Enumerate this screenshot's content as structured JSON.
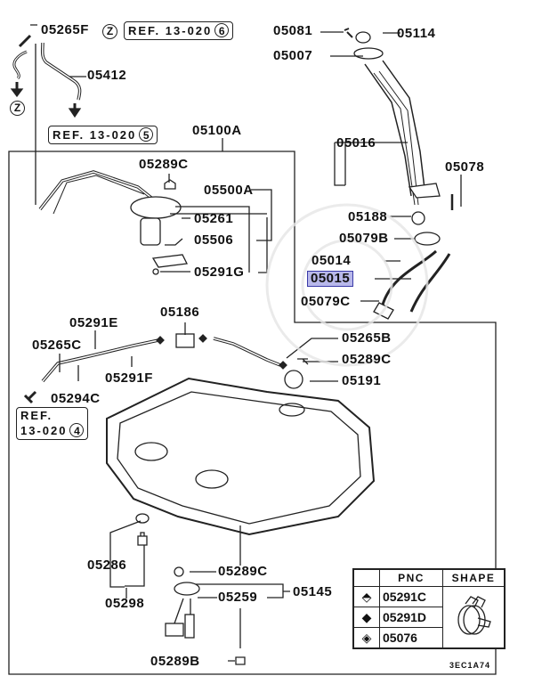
{
  "diagram": {
    "title": "Fuel tank & fuel line parts diagram",
    "image_code": "3EC1A74",
    "highlight_color": "#b8b8ea",
    "refs": [
      {
        "id": "ref-6",
        "text": "REF. 13-020",
        "num": "6"
      },
      {
        "id": "ref-5",
        "text": "REF. 13-020",
        "num": "5"
      },
      {
        "id": "ref-4",
        "line1": "REF.",
        "text": "13-020",
        "num": "4"
      }
    ],
    "z_marker": "Z",
    "labels": {
      "p05265F": "05265F",
      "p05412": "05412",
      "p05100A": "05100A",
      "p05289C_a": "05289C",
      "p05500A": "05500A",
      "p05261": "05261",
      "p05506": "05506",
      "p05291G": "05291G",
      "p05081": "05081",
      "p05114": "05114",
      "p05007": "05007",
      "p05016": "05016",
      "p05078": "05078",
      "p05188": "05188",
      "p05079B": "05079B",
      "p05014": "05014",
      "p05015": "05015",
      "p05079C": "05079C",
      "p05291E": "05291E",
      "p05186": "05186",
      "p05265C": "05265C",
      "p05265B": "05265B",
      "p05289C_b": "05289C",
      "p05291F": "05291F",
      "p05294C": "05294C",
      "p05191": "05191",
      "p05286": "05286",
      "p05298": "05298",
      "p05289C_c": "05289C",
      "p05259": "05259",
      "p05145": "05145",
      "p05289B": "05289B"
    },
    "selected_part": "05015",
    "legend": {
      "headers": [
        "",
        "PNC",
        "SHAPE"
      ],
      "rows": [
        {
          "symbol": "diamond-half-icon",
          "glyph": "⬘",
          "pnc": "05291C"
        },
        {
          "symbol": "diamond-filled-icon",
          "glyph": "◆",
          "pnc": "05291D"
        },
        {
          "symbol": "diamond-cross-icon",
          "glyph": "◈",
          "pnc": "05076"
        }
      ]
    }
  }
}
